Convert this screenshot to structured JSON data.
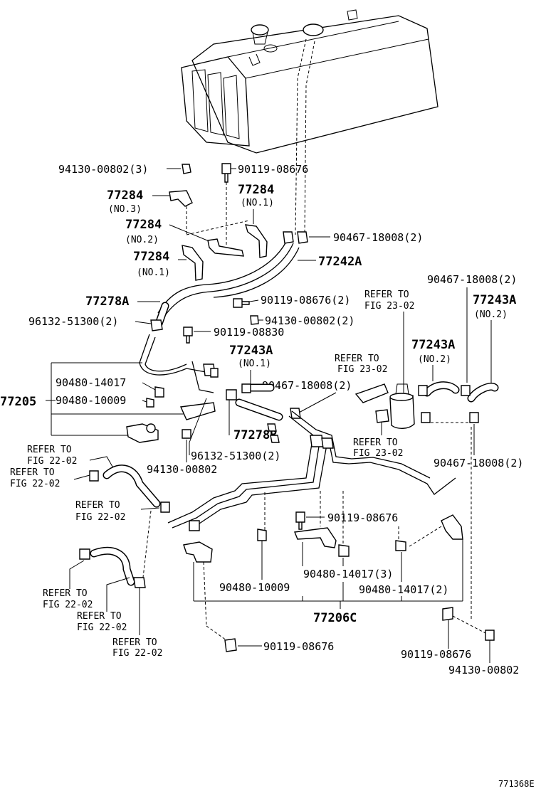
{
  "labels": {
    "p94130_00802_3": "94130-00802(3)",
    "p90119_08676_top": "90119-08676",
    "p77284_no3": "77284",
    "no3": "(NO.3)",
    "p77284_no1_right": "77284",
    "no1_right": "(NO.1)",
    "p77284_no2": "77284",
    "no2_left": "(NO.2)",
    "p77284_no1_left": "77284",
    "no1_left": "(NO.1)",
    "p90467_18008_2_top": "90467-18008(2)",
    "p77242A": "77242A",
    "p77278A": "77278A",
    "p90119_08676_2": "90119-08676(2)",
    "p96132_51300_2_top": "96132-51300(2)",
    "p94130_00802_2": "94130-00802(2)",
    "p90119_08830": "90119-08830",
    "p77243A_no1": "77243A",
    "no1_mid": "(NO.1)",
    "p90480_14017": "90480-14017",
    "p77205": "77205",
    "p90480_10009": "90480-10009",
    "p90467_18008_2_mid": "90467-18008(2)",
    "p77278B": "77278B",
    "p96132_51300_2_bot": "96132-51300(2)",
    "p94130_00802_mid": "94130-00802",
    "p90467_18008_2_right": "90467-18008(2)",
    "p77243A_no2_right": "77243A",
    "no2_right": "(NO.2)",
    "p77243A_no2_mid": "77243A",
    "no2_mid": "(NO.2)",
    "p90467_18008_2_lower": "90467-18008(2)",
    "p90119_08676_center": "90119-08676",
    "p90480_10009_bot": "90480-10009",
    "p90480_14017_3": "90480-14017(3)",
    "p90480_14017_2": "90480-14017(2)",
    "p77206C": "77206C",
    "p90119_08676_bottom": "90119-08676",
    "p90119_08676_br": "90119-08676",
    "p94130_00802_br": "94130-00802",
    "fig_id": "771368E"
  },
  "refs": {
    "refer_to": "REFER TO",
    "fig_23_02": "FIG 23-02",
    "fig_22_02": "FIG 22-02"
  },
  "colors": {
    "ink": "#000000",
    "paper": "#ffffff"
  }
}
